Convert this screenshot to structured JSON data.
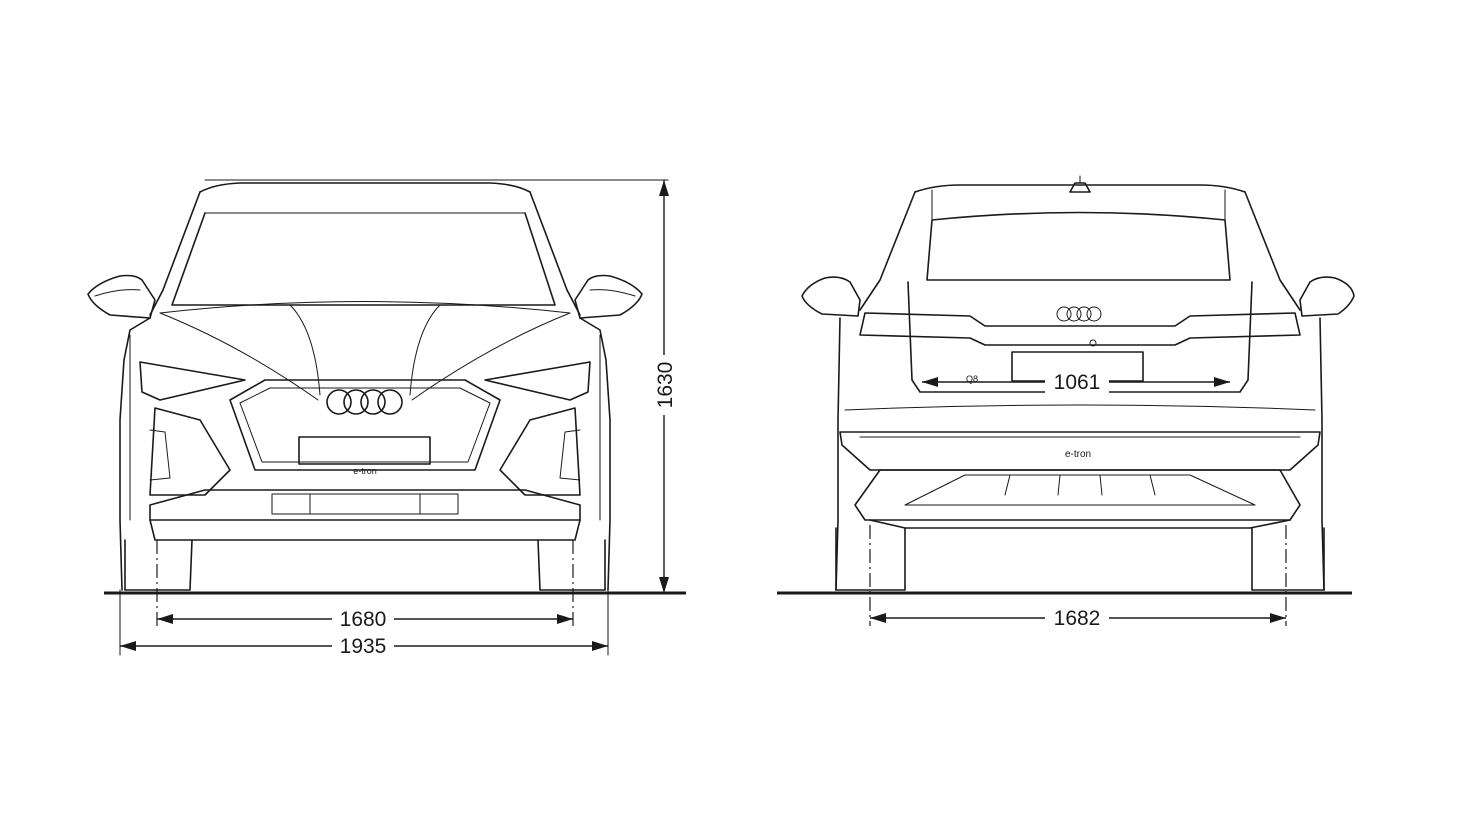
{
  "front_view": {
    "dimensions": {
      "front_track": "1680",
      "overall_width": "1935",
      "overall_height": "1630"
    },
    "badge": "e-tron"
  },
  "rear_view": {
    "dimensions": {
      "rear_track": "1682",
      "tailgate_opening_width": "1061"
    },
    "badge": "e-tron",
    "model_badge": "Q8"
  }
}
